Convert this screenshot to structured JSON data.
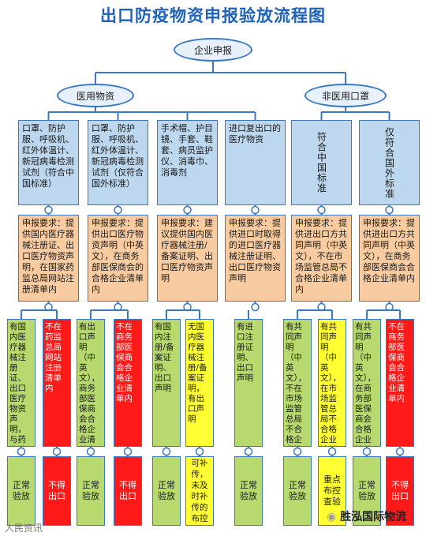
{
  "title": "出口防疫物资申报验放流程图",
  "nodes": {
    "start": "企业申报",
    "medical": "医用物资",
    "nonmedical": "非医用口罩"
  },
  "categories": [
    "口罩、防护服、呼吸机、红外体温计、新冠病毒检测试剂（符合中国标准）",
    "口罩、防护服、呼吸机、红外体温计、新冠病毒检测试剂（仅符合国外标准）",
    "手术帽、护目镜、手套、鞋套、病员监护仪、消毒巾、消毒剂",
    "进口复出口的医疗物资",
    "符合中国标准",
    "仅符合国外标准"
  ],
  "requirements": [
    "申报要求：提供国内医疗器械注册证、出口医疗物资声明，在国家药监总局网站注册清单内",
    "申报要求：提供出口医疗物资声明（中英文），在商务部医保商会的合格企业清单内",
    "申报要求：建议提供国内医疗器械注册/备案证明、出口医疗物资声明",
    "申报要求：提供进口时取得的进口医疗器械注册证明、出口医疗物资声明",
    "申报要求：提供进出口方共同声明（中英文），不在市场监管总局不合格企业清单内",
    "申报要求：提供进出口方共同声明（中英文），在商务部医保商会合格企业清单内"
  ],
  "conditions": [
    {
      "text": "有国内医疗器械注册证、出口医疗物资声明，与药监总局网站注册清单核对无误",
      "color": "green"
    },
    {
      "text": "不在药监总局网站注册清单内",
      "color": "red"
    },
    {
      "text": "有出口声明（中英文），商务部医保商会合格企业清单内",
      "color": "green"
    },
    {
      "text": "不在商务部医保商会合格企业清单内",
      "color": "red"
    },
    {
      "text": "有国内注册/备案证明、出口声明",
      "color": "green"
    },
    {
      "text": "无国内医疗器械注册/备案证明，有出口声明",
      "color": "yellow"
    },
    {
      "text": "有进口注册证明、出口声明",
      "color": "green"
    },
    {
      "text": "有共同声明（中英文），不在市场监管总局不合格企业清单内",
      "color": "green"
    },
    {
      "text": "有共同声明（中英文），在市场监管总局不合格企业清单内",
      "color": "yellow"
    },
    {
      "text": "有共同声明（中英文），在商务部医保商会合格企业清单内",
      "color": "green"
    },
    {
      "text": "不在商务部医保商会合格企业清单内",
      "color": "red"
    }
  ],
  "results": [
    {
      "text": "正常验放",
      "color": "green"
    },
    {
      "text": "不得出口",
      "color": "red"
    },
    {
      "text": "正常验放",
      "color": "green"
    },
    {
      "text": "不得出口",
      "color": "red"
    },
    {
      "text": "正常验放",
      "color": "green"
    },
    {
      "text": "企业可补传，未及时补传的布控查验",
      "color": "yellow"
    },
    {
      "text": "正常验放",
      "color": "green"
    },
    {
      "text": "正常验放",
      "color": "green"
    },
    {
      "text": "重点布控查验",
      "color": "yellow"
    },
    {
      "text": "正常验放",
      "color": "green"
    },
    {
      "text": "不得出口",
      "color": "red"
    }
  ],
  "watermark_left": "人民资讯",
  "brand": "胜泓国际物流",
  "colors": {
    "line": "#3b78c2",
    "title": "#1f62b8",
    "green": "#b7d96e",
    "red": "#ff1a1a",
    "yellow": "#ffff33",
    "orange": "#f8cca0",
    "blue": "#bdd7ee"
  }
}
